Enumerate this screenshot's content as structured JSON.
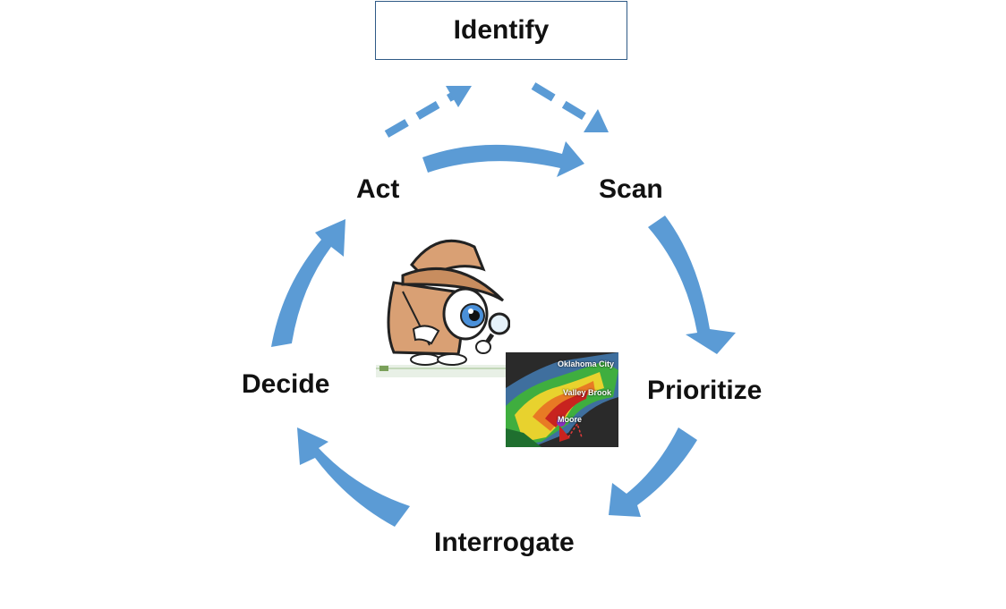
{
  "diagram": {
    "top_box_label": "Identify",
    "cycle_steps": [
      "Act",
      "Scan",
      "Prioritize",
      "Interrogate",
      "Decide"
    ],
    "arrow_color": "#5b9bd5",
    "box_border_color": "#2f5a86"
  },
  "radar_image": {
    "place_labels": [
      "Oklahoma City",
      "Valley Brook",
      "Moore"
    ]
  },
  "icons": {
    "detective": "detective-eye-magnifier-icon",
    "radar": "radar-map-image"
  }
}
